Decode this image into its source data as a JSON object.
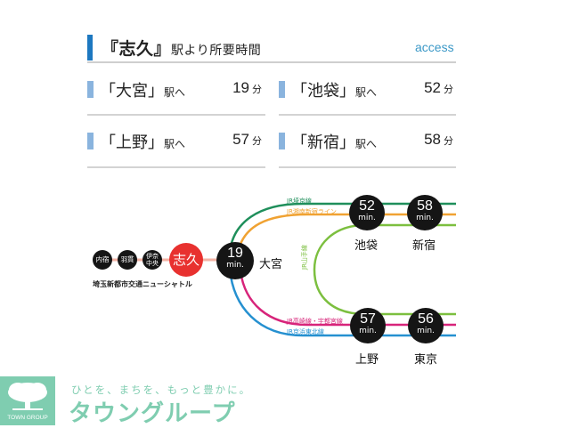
{
  "header": {
    "bracket_open": "『",
    "station": "志久",
    "bracket_close": "』",
    "suffix": "駅より所要時間",
    "tag": "access",
    "accent_color": "#1d78c0"
  },
  "times": [
    {
      "station": "大宮",
      "suffix": "駅へ",
      "minutes": "19",
      "unit": "分"
    },
    {
      "station": "池袋",
      "suffix": "駅へ",
      "minutes": "52",
      "unit": "分"
    },
    {
      "station": "上野",
      "suffix": "駅へ",
      "minutes": "57",
      "unit": "分"
    },
    {
      "station": "新宿",
      "suffix": "駅へ",
      "minutes": "58",
      "unit": "分"
    }
  ],
  "diagram": {
    "local_line": {
      "name": "埼玉新都市交通ニューシャトル",
      "stations": [
        "内宿",
        "羽貫",
        "伊奈中央"
      ],
      "current": "志久",
      "color": "#e8312f"
    },
    "hub": {
      "station": "大宮",
      "minutes": "19",
      "unit": "min."
    },
    "destinations": [
      {
        "station": "池袋",
        "minutes": "52",
        "unit": "min."
      },
      {
        "station": "新宿",
        "minutes": "58",
        "unit": "min."
      },
      {
        "station": "上野",
        "minutes": "57",
        "unit": "min."
      },
      {
        "station": "東京",
        "minutes": "56",
        "unit": "min."
      }
    ],
    "lines": [
      {
        "name": "JR埼京線",
        "color": "#1f8f5b"
      },
      {
        "name": "JR湘南新宿ライン",
        "color": "#f0a232"
      },
      {
        "name": "JR山手線",
        "color": "#7cbf3f"
      },
      {
        "name": "JR高崎線・宇都宮線",
        "color": "#d7247a"
      },
      {
        "name": "JR京浜東北線",
        "color": "#2590d0"
      }
    ]
  },
  "footer": {
    "logo_text": "TOWN GROUP",
    "slogan": "ひとを、まちを、もっと豊かに。",
    "brand": "タウングループ",
    "brand_color": "#7fcdb0"
  }
}
